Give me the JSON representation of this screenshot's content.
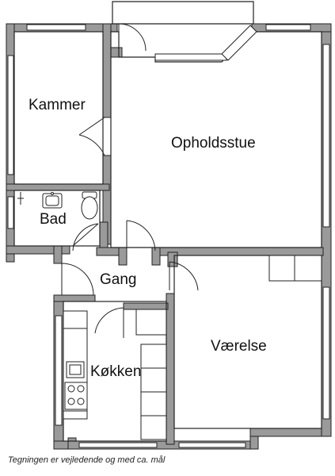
{
  "rooms": {
    "kammer": "Kammer",
    "opholdsstue": "Opholdsstue",
    "bad": "Bad",
    "gang": "Gang",
    "vaerelse": "Værelse",
    "koekken": "Køkken"
  },
  "caption": "Tegningen er vejledende og med ca. mål",
  "colors": {
    "wall": "#999999",
    "line": "#222222",
    "background": "#ffffff"
  }
}
